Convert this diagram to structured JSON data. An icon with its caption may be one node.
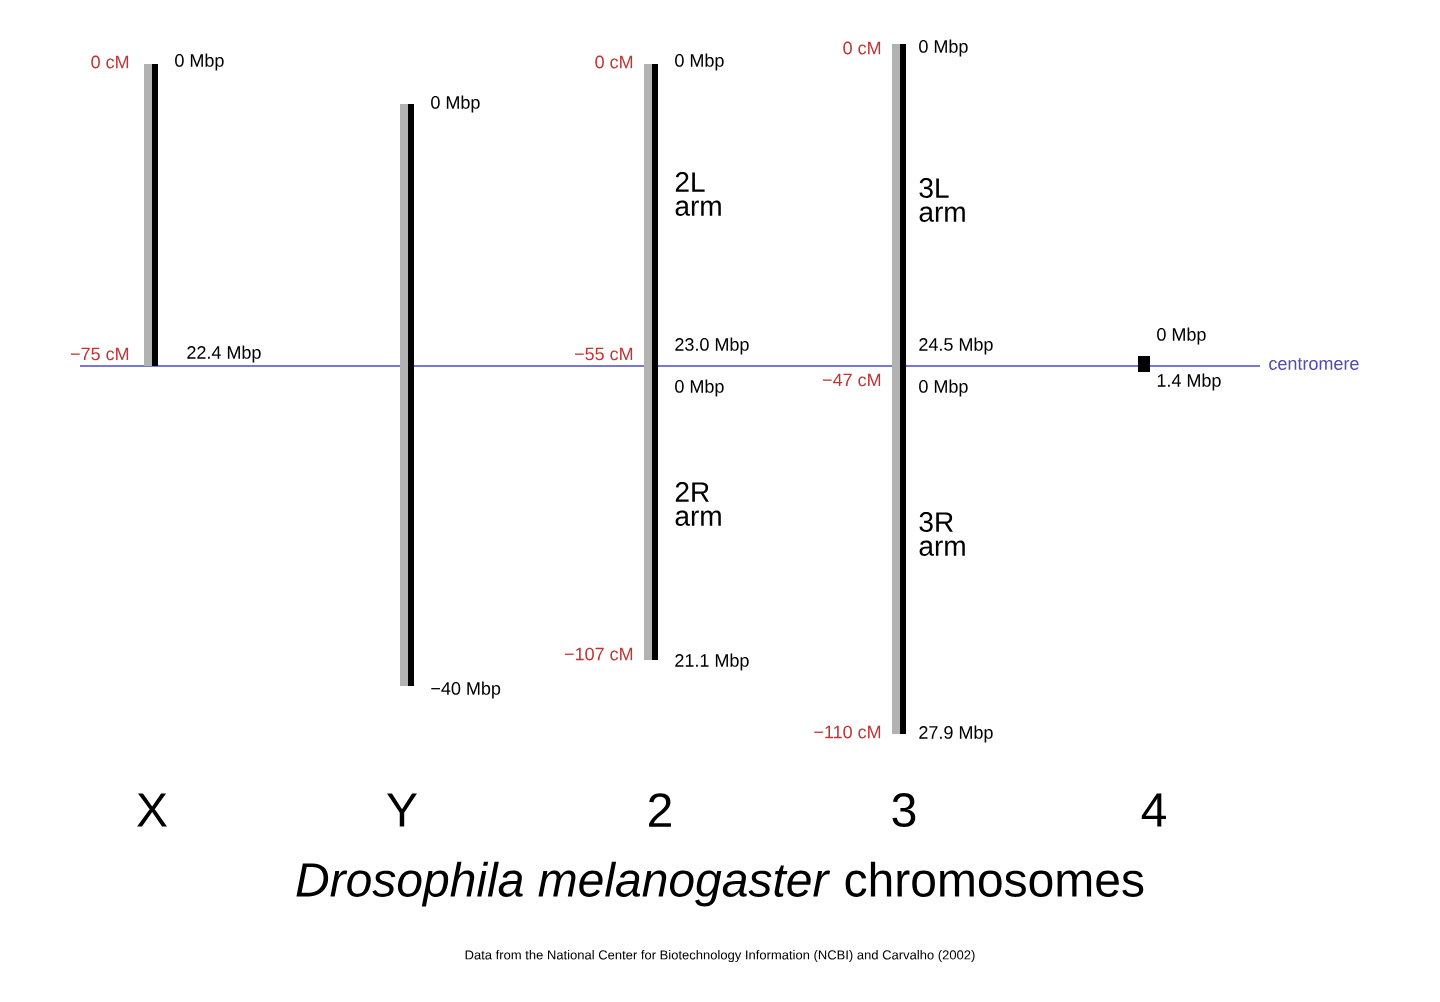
{
  "diagram": {
    "title": "*Drosophila melanogaster* chromosomes",
    "caption": "Data from the National Center for Biotechnology Information (NCBI) and Carvalho (2002)",
    "labels": [
      "0 cM",
      "0 Mbp",
      "0 Mbp",
      "0 cM",
      "0 Mbp",
      "0 cM",
      "0 Mbp",
      "2L arm",
      "3L arm",
      "0 Mbp",
      "−75 cM",
      "22.4 Mbp",
      "−55 cM",
      "23.0 Mbp",
      "24.5 Mbp",
      "centromere",
      "0 Mbp",
      "−47 cM",
      "0 Mbp",
      "1.4 Mbp",
      "2R arm",
      "3R arm",
      "−107 cM",
      "21.1 Mbp",
      "−40 Mbp",
      "−110 cM",
      "27.9 Mbp",
      "X",
      "Y",
      "2",
      "3",
      "4"
    ]
  }
}
